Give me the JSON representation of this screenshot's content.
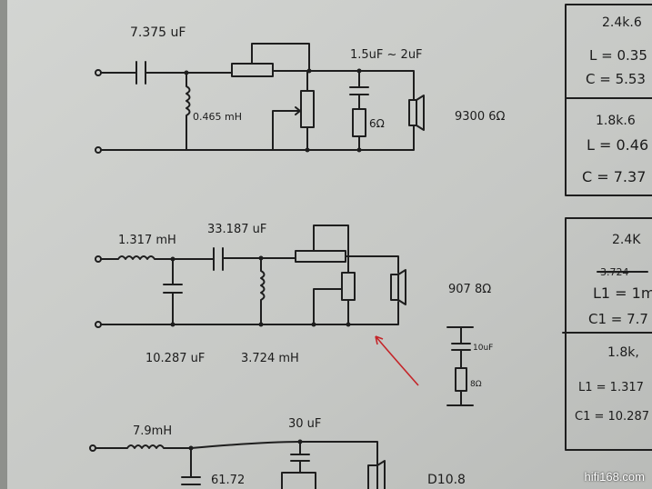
{
  "circuit1": {
    "cap_in": "7.375 uF",
    "inductor": "0.465 mH",
    "cap_bypass": "1.5uF ~ 2uF",
    "resistor": "6Ω",
    "driver": "9300  6Ω"
  },
  "circuit2": {
    "inductor_series": "1.317 mH",
    "cap_series": "33.187 uF",
    "cap_shunt": "10.287 uF",
    "inductor_shunt": "3.724 mH",
    "driver": "907  8Ω",
    "zobel_cap": "10uF",
    "zobel_res": "8Ω"
  },
  "circuit3": {
    "inductor": "7.9mH",
    "cap_top": "30 uF",
    "cap_shunt": "61.72",
    "driver": "D10.8"
  },
  "notes": {
    "box1": {
      "title": "2.4k.6",
      "l": "L = 0.35",
      "c": "C = 5.53"
    },
    "box2": {
      "title": "1.8k.6",
      "l": "L = 0.46",
      "c": "C = 7.37"
    },
    "box3": {
      "title": "2.4K",
      "struck": "3.724",
      "l": "L1 = 1m",
      "c": "C1 = 7.7"
    },
    "box4": {
      "title": "1.8k,",
      "l": "L1 = 1.317",
      "c": "C1 = 10.287"
    }
  },
  "watermark": "hifi168.com"
}
